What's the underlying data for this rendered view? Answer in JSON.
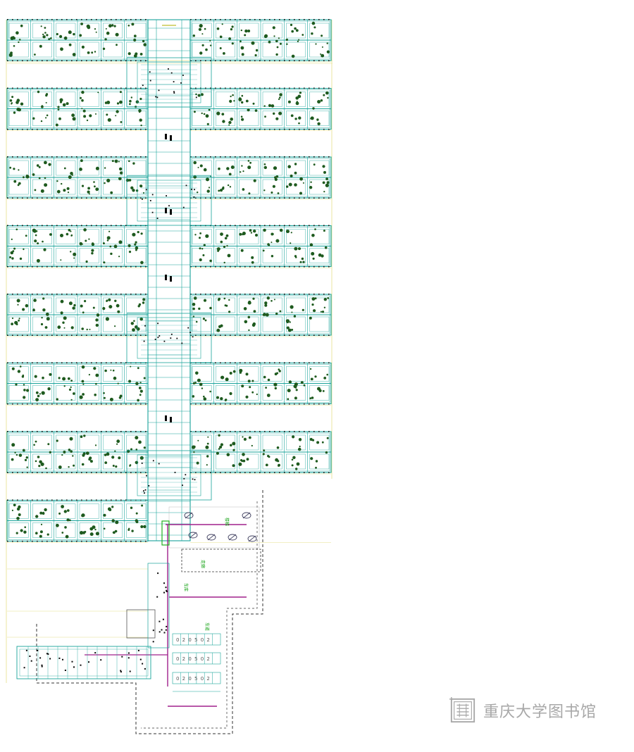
{
  "drawing": {
    "type": "architectural floor plan (CAD)",
    "colors": {
      "background": "#ffffff",
      "wings": "#18a39a",
      "plants": "#1e5a1e",
      "dots": "#0a0a0a",
      "guides": "#e6e08a",
      "ducts": "#a0208c",
      "boundary": "#333333",
      "labels": "#22c022"
    },
    "wing_count": 8,
    "parking_bay_label": "0 2 0 5 0 2",
    "room_labels": [
      "楼梯",
      "走廊",
      "车库",
      "车道"
    ]
  },
  "watermark": {
    "text": "重庆大学图书馆",
    "seal_icon": "library-seal-icon"
  }
}
